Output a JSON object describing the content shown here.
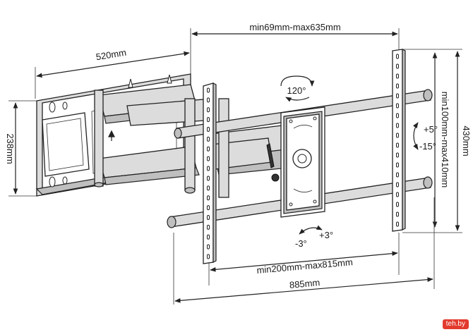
{
  "dimensions": {
    "arm_extension": "520mm",
    "wall_plate_height": "238mm",
    "horizontal_range": "min69mm-max635mm",
    "height_total": "430mm",
    "vertical_range": "min100mm-max410mm",
    "vesa_range": "min200mm-max815mm",
    "total_width": "885mm"
  },
  "adjustments": {
    "swivel": "120°",
    "tilt_up": "+5°",
    "tilt_down": "-15°",
    "level_minus": "-3°",
    "level_plus": "+3°"
  },
  "watermark": {
    "text": "teh.by"
  }
}
